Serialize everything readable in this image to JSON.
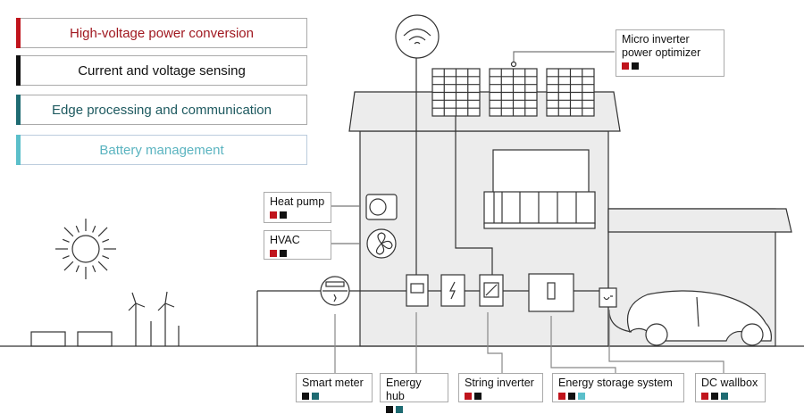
{
  "colors": {
    "red": "#c0141c",
    "black": "#111111",
    "teal": "#1e6b72",
    "light_teal": "#5bbfca",
    "house_fill": "#ececec",
    "line": "#333333"
  },
  "legend": [
    {
      "label": "High-voltage power conversion",
      "key": "red",
      "text_color": "#a01820"
    },
    {
      "label": "Current and voltage sensing",
      "key": "black",
      "text_color": "#111111"
    },
    {
      "label": "Edge processing and communication",
      "key": "teal",
      "text_color": "#1e5a60"
    },
    {
      "label": "Battery management",
      "key": "light_teal",
      "text_color": "#5bb4c0"
    }
  ],
  "labels": {
    "micro_inverter": {
      "line1": "Micro inverter",
      "line2": "power optimizer",
      "swatches": [
        "red",
        "black"
      ]
    },
    "heat_pump": {
      "title": "Heat pump",
      "swatches": [
        "red",
        "black"
      ]
    },
    "hvac": {
      "title": "HVAC",
      "swatches": [
        "red",
        "black"
      ]
    },
    "smart_meter": {
      "title": "Smart meter",
      "swatches": [
        "black",
        "teal"
      ]
    },
    "energy_hub": {
      "title": "Energy hub",
      "swatches": [
        "black",
        "teal"
      ]
    },
    "string_inverter": {
      "title": "String inverter",
      "swatches": [
        "red",
        "black"
      ]
    },
    "energy_storage": {
      "title": "Energy storage system",
      "swatches": [
        "red",
        "black",
        "light_teal"
      ]
    },
    "dc_wallbox": {
      "title": "DC wallbox",
      "swatches": [
        "red",
        "black",
        "teal"
      ]
    }
  },
  "icons": [
    "wifi-icon",
    "solar-panel-icon",
    "sun-icon",
    "wind-turbine-icon",
    "heat-pump-icon",
    "fan-icon",
    "smart-meter-icon",
    "energy-hub-icon",
    "lightning-icon",
    "inverter-icon",
    "battery-icon",
    "charger-icon",
    "car-icon"
  ]
}
